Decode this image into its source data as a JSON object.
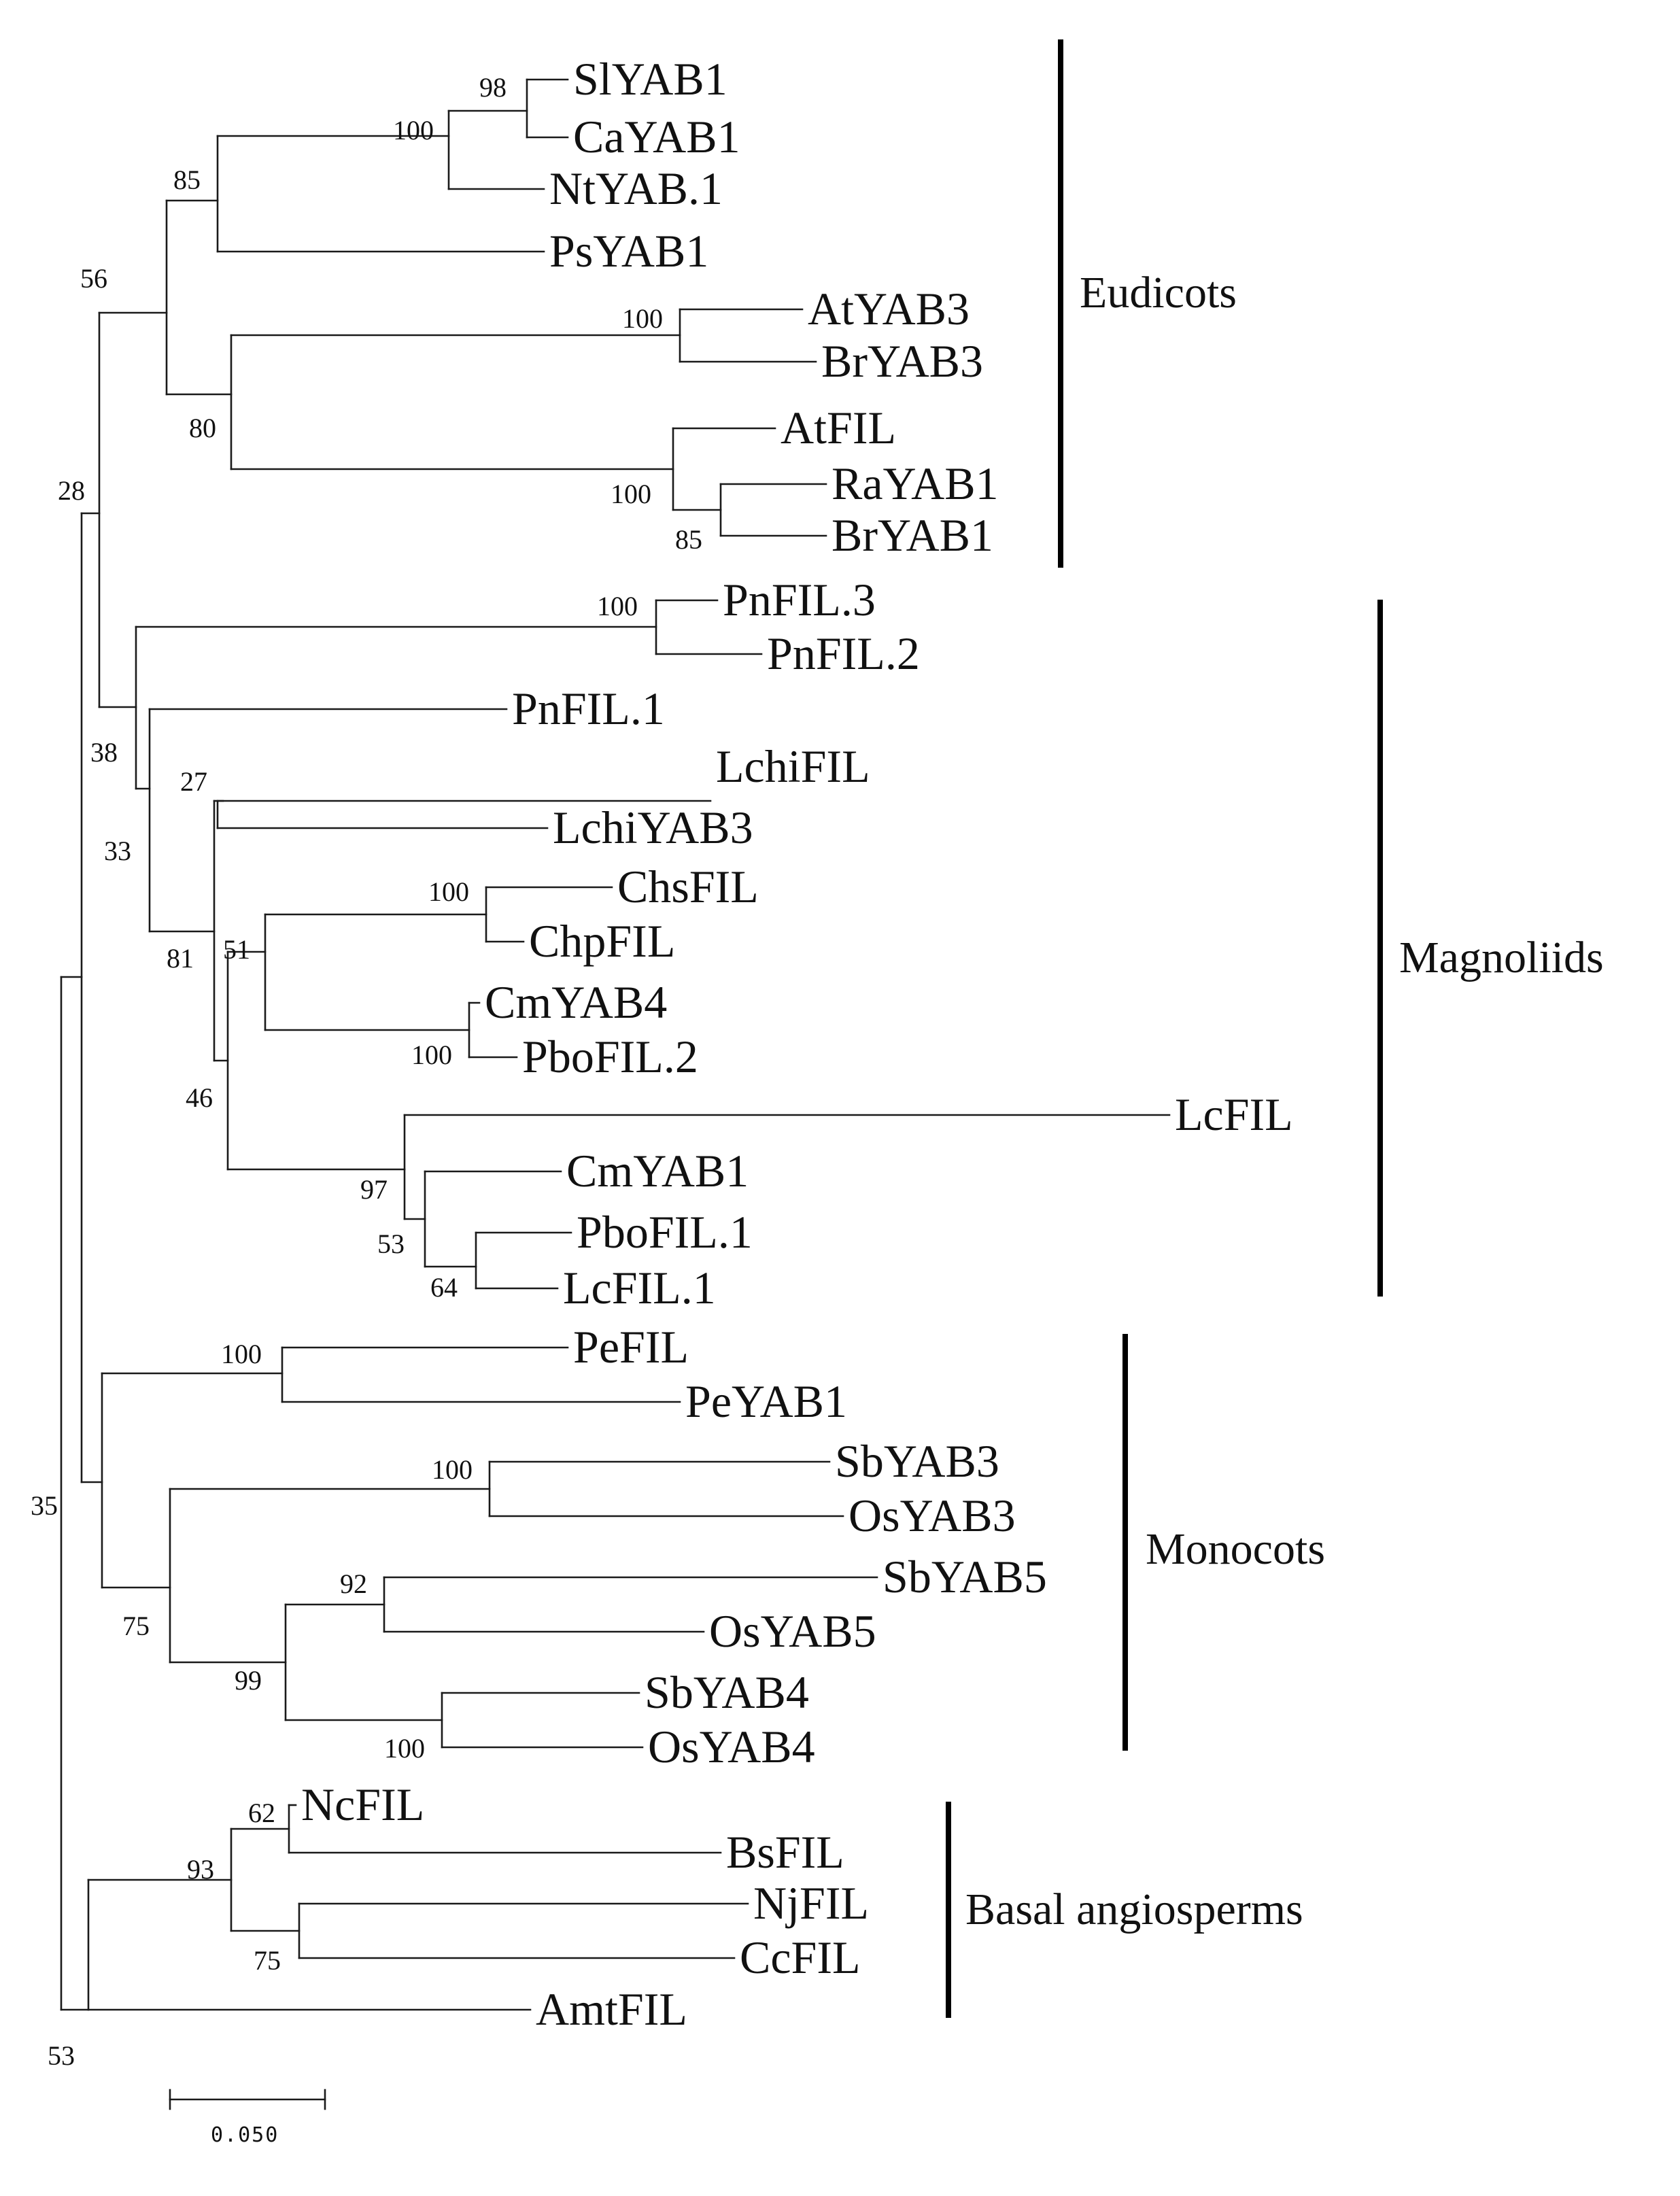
{
  "taxa": {
    "SlYAB1": "SlYAB1",
    "CaYAB1": "CaYAB1",
    "NtYAB1": "NtYAB.1",
    "PsYAB1": "PsYAB1",
    "AtYAB3": "AtYAB3",
    "BrYAB3": "BrYAB3",
    "AtFIL": "AtFIL",
    "RaYAB1": "RaYAB1",
    "BrYAB1": "BrYAB1",
    "PnFIL3": "PnFIL.3",
    "PnFIL2": "PnFIL.2",
    "PnFIL1": "PnFIL.1",
    "LchiFIL": "LchiFIL",
    "LchiYAB3": "LchiYAB3",
    "ChsFIL": "ChsFIL",
    "ChpFIL": "ChpFIL",
    "CmYAB4": "CmYAB4",
    "PboFIL2": "PboFIL.2",
    "LcFIL": "LcFIL",
    "CmYAB1": "CmYAB1",
    "PboFIL1": "PboFIL.1",
    "LcFIL1": "LcFIL.1",
    "PeFIL": "PeFIL",
    "PeYAB1": "PeYAB1",
    "SbYAB3": "SbYAB3",
    "OsYAB3": "OsYAB3",
    "SbYAB5": "SbYAB5",
    "OsYAB5": "OsYAB5",
    "SbYAB4": "SbYAB4",
    "OsYAB4": "OsYAB4",
    "NcFIL": "NcFIL",
    "BsFIL": "BsFIL",
    "NjFIL": "NjFIL",
    "CcFIL": "CcFIL",
    "AmtFIL": "AmtFIL"
  },
  "bootstrap": {
    "n98": "98",
    "n100_sl": "100",
    "n85_sol": "85",
    "n56": "56",
    "n100_at": "100",
    "n80": "80",
    "n100_fil": "100",
    "n85_br": "85",
    "n28": "28",
    "n100_pn": "100",
    "n38": "38",
    "n33": "33",
    "n27": "27",
    "n100_ch": "100",
    "n81": "81",
    "n51": "51",
    "n100_cm": "100",
    "n46": "46",
    "n97": "97",
    "n53_lc": "53",
    "n64": "64",
    "n100_pe": "100",
    "n100_sb3": "100",
    "n35": "35",
    "n92": "92",
    "n75_mono": "75",
    "n99": "99",
    "n100_sb4": "100",
    "n62": "62",
    "n93": "93",
    "n75_basal": "75",
    "n53_root": "53"
  },
  "groups": {
    "eudicots": "Eudicots",
    "magnoliids": "Magnoliids",
    "monocots": "Monocots",
    "basal": "Basal angiosperms"
  },
  "scale_bar": {
    "label": "0.050"
  }
}
